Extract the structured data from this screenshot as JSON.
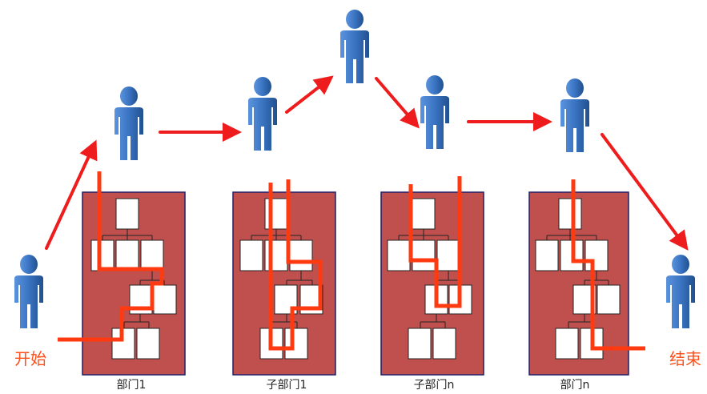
{
  "labels": {
    "start": "开始",
    "end": "结束"
  },
  "departments": [
    {
      "name": "部门1"
    },
    {
      "name": "子部门1"
    },
    {
      "name": "子部门n"
    },
    {
      "name": "部门n"
    }
  ],
  "colors": {
    "person": "#3a74c2",
    "person_dark": "#21508f",
    "arrow": "#ee1c1c",
    "path": "#ff3a10",
    "panel_fill": "#c0504d",
    "panel_border": "#1f1f66",
    "org_box_fill": "#ffffff",
    "org_box_border": "#222222",
    "label_text": "#ff4f1a"
  },
  "icons": {
    "person": "person-icon",
    "org_box": "org-box-icon"
  }
}
